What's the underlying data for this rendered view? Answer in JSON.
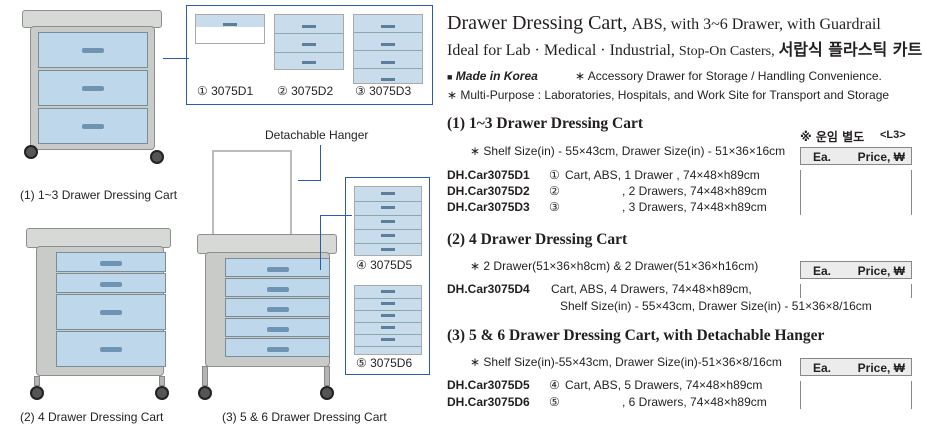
{
  "title": {
    "main": "Drawer Dressing Cart,",
    "rest": "ABS, with 3~6 Drawer, with Guardrail",
    "line2": "Ideal for Lab · Medical · Industrial,",
    "line2b": "Stop-On Casters,",
    "korean": "서랍식 플라스틱 카트"
  },
  "made_in": "Made in Korea",
  "notes": [
    "∗ Accessory Drawer for Storage / Handling Convenience.",
    "∗ Multi-Purpose : Laboratories, Hospitals, and Work Site for Transport and Storage"
  ],
  "shipping_note": "※ 운임 별도",
  "page_code": "<L3>",
  "price_header": {
    "ea": "Ea.",
    "price": "Price, ₩"
  },
  "sections": [
    {
      "title": "(1) 1~3 Drawer Dressing Cart",
      "note": "∗ Shelf Size(in) - 55×43cm, Drawer Size(in) - 51×36×16cm",
      "items": [
        {
          "code": "DH.Car3075D1",
          "num": "①",
          "desc": "Cart, ABS, 1 Drawer  , 74×48×h89cm"
        },
        {
          "code": "DH.Car3075D2",
          "num": "②",
          "desc": ", 2 Drawers, 74×48×h89cm"
        },
        {
          "code": "DH.Car3075D3",
          "num": "③",
          "desc": ", 3 Drawers, 74×48×h89cm"
        }
      ]
    },
    {
      "title": "(2) 4 Drawer Dressing Cart",
      "note": "∗ 2 Drawer(51×36×h8cm) & 2 Drawer(51×36×h16cm)",
      "items": [
        {
          "code": "DH.Car3075D4",
          "num": "",
          "desc": "Cart, ABS, 4 Drawers, 74×48×h89cm,",
          "desc2": "Shelf Size(in) - 55×43cm, Drawer Size(in) - 51×36×8/16cm"
        }
      ]
    },
    {
      "title": "(3) 5 & 6 Drawer Dressing Cart, with Detachable Hanger",
      "note": "∗ Shelf Size(in)-55×43cm, Drawer Size(in)-51×36×8/16cm",
      "items": [
        {
          "code": "DH.Car3075D5",
          "num": "④",
          "desc": "Cart, ABS, 5 Drawers, 74×48×h89cm"
        },
        {
          "code": "DH.Car3075D6",
          "num": "⑤",
          "desc": ", 6 Drawers, 74×48×h89cm"
        }
      ]
    }
  ],
  "images": {
    "cart1_caption": "(1) 1~3 Drawer Dressing Cart",
    "cart2_caption": "(2) 4 Drawer Dressing Cart",
    "cart3_caption": "(3) 5 & 6 Drawer Dressing Cart",
    "hanger_label": "Detachable Hanger",
    "variants": [
      "① 3075D1",
      "② 3075D2",
      "③ 3075D3",
      "④ 3075D5",
      "⑤ 3075D6"
    ]
  }
}
